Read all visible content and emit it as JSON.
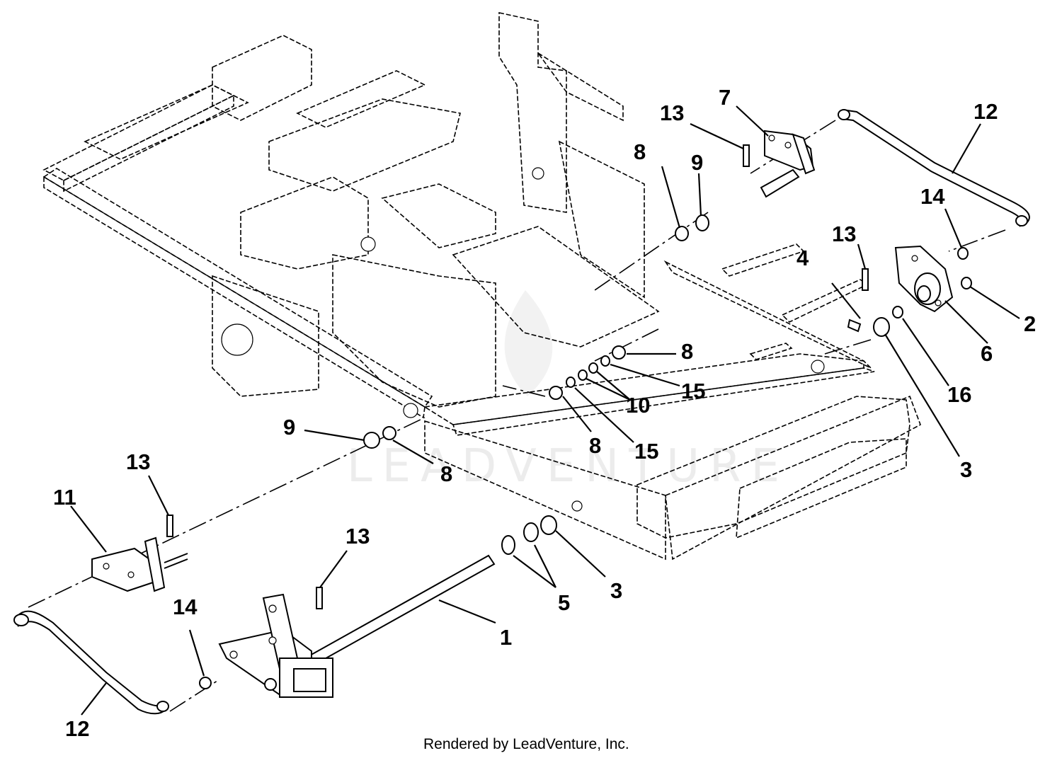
{
  "callouts": [
    {
      "id": "1",
      "text": "1"
    },
    {
      "id": "2",
      "text": "2"
    },
    {
      "id": "3a",
      "text": "3"
    },
    {
      "id": "3b",
      "text": "3"
    },
    {
      "id": "4",
      "text": "4"
    },
    {
      "id": "5",
      "text": "5"
    },
    {
      "id": "6",
      "text": "6"
    },
    {
      "id": "7",
      "text": "7"
    },
    {
      "id": "8a",
      "text": "8"
    },
    {
      "id": "8b",
      "text": "8"
    },
    {
      "id": "8c",
      "text": "8"
    },
    {
      "id": "8d",
      "text": "8"
    },
    {
      "id": "9a",
      "text": "9"
    },
    {
      "id": "9b",
      "text": "9"
    },
    {
      "id": "10",
      "text": "10"
    },
    {
      "id": "11",
      "text": "11"
    },
    {
      "id": "12a",
      "text": "12"
    },
    {
      "id": "12b",
      "text": "12"
    },
    {
      "id": "13a",
      "text": "13"
    },
    {
      "id": "13b",
      "text": "13"
    },
    {
      "id": "13c",
      "text": "13"
    },
    {
      "id": "13d",
      "text": "13"
    },
    {
      "id": "14a",
      "text": "14"
    },
    {
      "id": "14b",
      "text": "14"
    },
    {
      "id": "15a",
      "text": "15"
    },
    {
      "id": "15b",
      "text": "15"
    },
    {
      "id": "16",
      "text": "16"
    }
  ],
  "footer": "Rendered by LeadVenture, Inc.",
  "watermark": "LEADVENTURE"
}
